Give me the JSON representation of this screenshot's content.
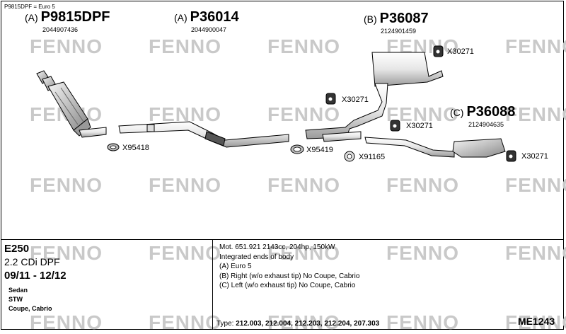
{
  "note": "P9815DPF = Euro 5",
  "watermark": "FENNO",
  "parts": [
    {
      "variant": "(A)",
      "number": "P9815DPF",
      "oem": "2044907436"
    },
    {
      "variant": "(A)",
      "number": "P36014",
      "oem": "2044900047"
    },
    {
      "variant": "(B)",
      "number": "P36087",
      "oem": "2124901459"
    },
    {
      "variant": "(C)",
      "number": "P36088",
      "oem": "2124904635"
    }
  ],
  "accessories": [
    {
      "id": "X95418"
    },
    {
      "id": "X95419"
    },
    {
      "id": "X91165"
    },
    {
      "id": "X30271"
    },
    {
      "id": "X30271"
    },
    {
      "id": "X30271"
    },
    {
      "id": "X30271"
    }
  ],
  "vehicle": {
    "model": "E250",
    "engine": "2.2 CDi DPF",
    "years": "09/11 - 12/12",
    "bodies": [
      "Sedan",
      "STW",
      "Coupe, Cabrio"
    ]
  },
  "description": [
    "Mot. 651.921 2143cc, 204hp, 150kW",
    "Integrated ends of body",
    "(A) Euro 5",
    "(B) Right (w/o exhaust tip) No Coupe, Cabrio",
    "(C) Left (w/o exhaust tip) No Coupe, Cabrio"
  ],
  "types_label": "Type:",
  "types_value": "212.003, 212.004, 212.203, 212.204, 207.303",
  "diagram_code": "ME1243"
}
